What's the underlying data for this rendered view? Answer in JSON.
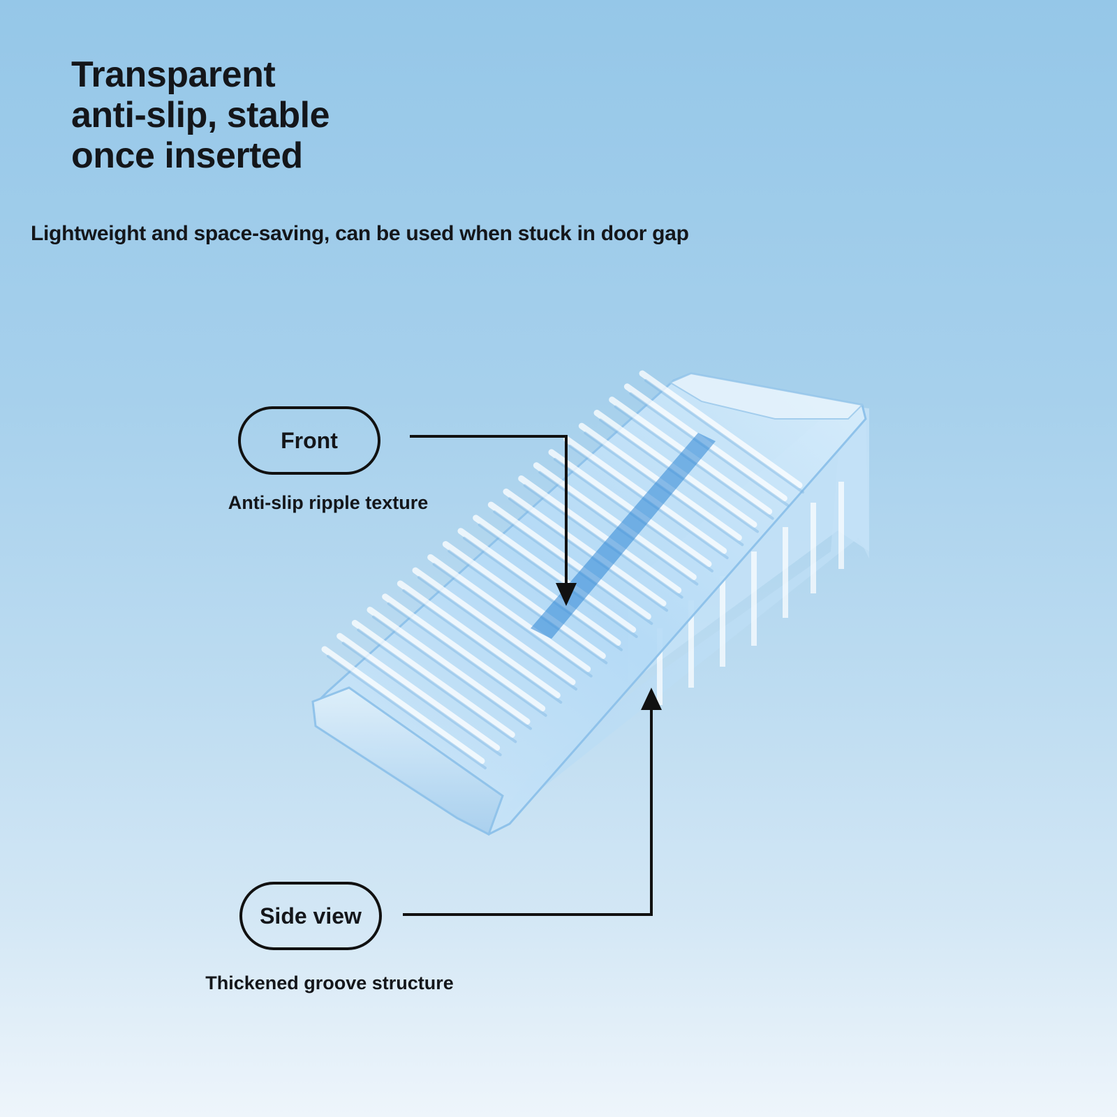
{
  "headline": {
    "line1": "Transparent",
    "line2": "anti-slip, stable",
    "line3": "once inserted"
  },
  "subheadline": "Lightweight and space-saving, can be used when stuck in door gap",
  "callouts": [
    {
      "label": "Front",
      "caption": "Anti-slip ripple texture"
    },
    {
      "label": "Side view",
      "caption": "Thickened groove structure"
    }
  ],
  "colors": {
    "background_top": "#95c7e8",
    "background_bottom": "#eef5fb",
    "text": "#14161a",
    "outline": "#111111",
    "product_tint": "#9fcff2",
    "product_accent": "#2f86d6"
  },
  "product": {
    "name": "door-stopper-wedge-illustration"
  }
}
